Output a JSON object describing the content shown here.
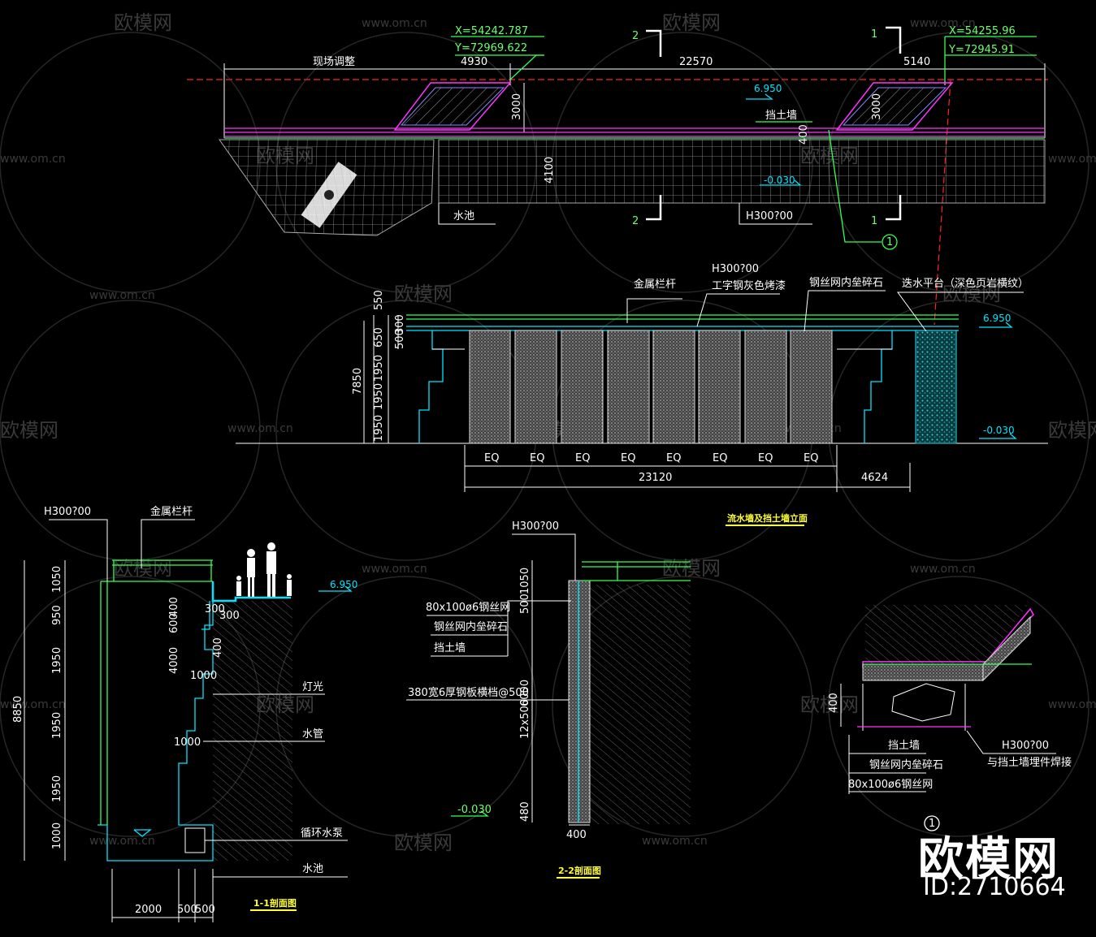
{
  "watermark": {
    "brand": "欧模网",
    "site": "www.om.cn"
  },
  "brand_badge": {
    "name": "欧模网",
    "id": "ID:2710664"
  },
  "plan": {
    "label_site_adjust": "现场调整",
    "coord_left": {
      "x": "X=54242.787",
      "y": "Y=72969.622"
    },
    "coord_right": {
      "x": "X=54255.96",
      "y": "Y=72945.91"
    },
    "dims_top": [
      "4930",
      "22570",
      "5140"
    ],
    "dim_3000_a": "3000",
    "dim_3000_b": "3000",
    "dim_400": "400",
    "dim_4100": "4100",
    "level_top": "6.950",
    "level_bottom": "-0.030",
    "label_retaining_wall": "挡土墙",
    "label_pool": "水池",
    "label_h300": "H300?00",
    "section_marks": [
      "2",
      "2",
      "1",
      "1"
    ],
    "callout": "1"
  },
  "elevation": {
    "label_h300": "H300?00",
    "label_beam": "工字钢灰色烤漆",
    "label_rail": "金属栏杆",
    "label_gabion": "钢丝网内垒碎石",
    "label_platform": "迭水平台（深色页岩横纹）",
    "dims_left": [
      "550",
      "650",
      "1950",
      "1950",
      "1950"
    ],
    "dims_left_inner": [
      "300",
      "500"
    ],
    "dim_total": "7850",
    "eq_labels": [
      "EQ",
      "EQ",
      "EQ",
      "EQ",
      "EQ",
      "EQ",
      "EQ",
      "EQ"
    ],
    "dim_23120": "23120",
    "dim_4624": "4624",
    "level_top": "6.950",
    "level_bottom": "-0.030",
    "title": "流水墙及挡土墙立面"
  },
  "section11": {
    "label_h300": "H300?00",
    "label_rail": "金属栏杆",
    "dims_left": [
      "1050",
      "950",
      "1950",
      "1950",
      "1950",
      "1000"
    ],
    "dim_total": "8850",
    "dims_inner": [
      "300",
      "300",
      "600",
      "400",
      "400",
      "4000",
      "1000",
      "1000"
    ],
    "level_top": "6.950",
    "label_light": "灯光",
    "label_pipe": "水管",
    "label_pump": "循环水泵",
    "label_pool": "水池",
    "dims_bottom": [
      "2000",
      "500",
      "500"
    ],
    "title": "1-1剖面图"
  },
  "section22": {
    "label_h300": "H300?00",
    "label_mesh": "80x100ø6钢丝网",
    "label_gabion": "钢丝网内垒碎石",
    "label_wall": "挡土墙",
    "label_plate": "380宽6厚钢板横档@500",
    "dims_left": [
      "1050",
      "500",
      "6000",
      "12x500",
      "480"
    ],
    "dim_400": "400",
    "level_bottom": "-0.030",
    "title": "2-2剖面图"
  },
  "detail1": {
    "dim_400": "400",
    "label_wall": "挡土墙",
    "label_gabion": "钢丝网内垒碎石",
    "label_mesh": "80x100ø6钢丝网",
    "label_h300": "H300?00",
    "label_weld": "与挡土墙埋件焊接",
    "callout": "1"
  }
}
